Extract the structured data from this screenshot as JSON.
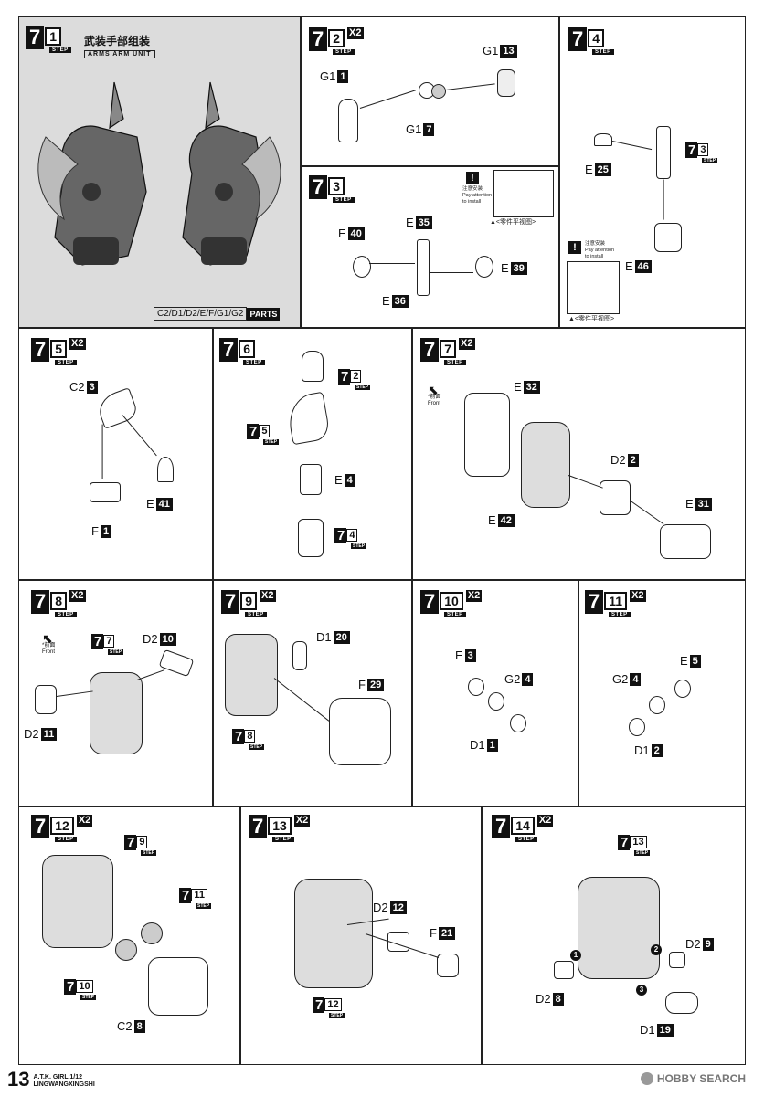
{
  "page": {
    "number": "13",
    "brand_line1": "A.T.K. GIRL 1/12",
    "brand_line2": "LINGWANGXINGSHI",
    "watermark": "HOBBY SEARCH"
  },
  "step_word": "STEP",
  "mult": "X2",
  "front": {
    "cn": "*前面",
    "en": "Front"
  },
  "attention": {
    "cn": "注意安装",
    "en1": "Pay attention",
    "en2": "to install",
    "view": "▲<零件平视图>"
  },
  "s1": {
    "num": "7",
    "sub": "1",
    "title_cn": "武装手部组装",
    "title_en": "ARMS ARM UNIT",
    "parts_list": "C2/D1/D2/E/F/G1/G2",
    "parts_word": "PARTS"
  },
  "s2": {
    "num": "7",
    "sub": "2",
    "l1": "G1",
    "n1": "1",
    "l2": "G1",
    "n2": "13",
    "l3": "G1",
    "n3": "7"
  },
  "s3": {
    "num": "7",
    "sub": "3",
    "l1": "E",
    "n1": "40",
    "l2": "E",
    "n2": "35",
    "l3": "E",
    "n3": "39",
    "l4": "E",
    "n4": "36"
  },
  "s4": {
    "num": "7",
    "sub": "4",
    "l1": "E",
    "n1": "25",
    "l2": "E",
    "n2": "46",
    "ref": "3"
  },
  "s5": {
    "num": "7",
    "sub": "5",
    "l1": "C2",
    "n1": "3",
    "l2": "E",
    "n2": "41",
    "l3": "F",
    "n3": "1"
  },
  "s6": {
    "num": "7",
    "sub": "6",
    "l1": "E",
    "n1": "4",
    "ref1": "2",
    "ref2": "5",
    "ref3": "4"
  },
  "s7": {
    "num": "7",
    "sub": "7",
    "l1": "E",
    "n1": "32",
    "l2": "D2",
    "n2": "2",
    "l3": "E",
    "n3": "31",
    "l4": "E",
    "n4": "42"
  },
  "s8": {
    "num": "7",
    "sub": "8",
    "l1": "D2",
    "n1": "10",
    "l2": "D2",
    "n2": "11",
    "ref": "7"
  },
  "s9": {
    "num": "7",
    "sub": "9",
    "l1": "D1",
    "n1": "20",
    "l2": "F",
    "n2": "29",
    "ref": "8"
  },
  "s10": {
    "num": "7",
    "sub": "10",
    "l1": "E",
    "n1": "3",
    "l2": "G2",
    "n2": "4",
    "l3": "D1",
    "n3": "1"
  },
  "s11": {
    "num": "7",
    "sub": "11",
    "l1": "E",
    "n1": "5",
    "l2": "G2",
    "n2": "4",
    "l3": "D1",
    "n3": "2"
  },
  "s12": {
    "num": "7",
    "sub": "12",
    "l1": "C2",
    "n1": "8",
    "ref1": "9",
    "ref2": "11",
    "ref3": "10"
  },
  "s13": {
    "num": "7",
    "sub": "13",
    "l1": "D2",
    "n1": "12",
    "l2": "F",
    "n2": "21",
    "ref": "12"
  },
  "s14": {
    "num": "7",
    "sub": "14",
    "l1": "D2",
    "n1": "9",
    "l2": "D2",
    "n2": "8",
    "l3": "D1",
    "n3": "19",
    "ref": "13",
    "o1": "1",
    "o2": "2",
    "o3": "3"
  }
}
